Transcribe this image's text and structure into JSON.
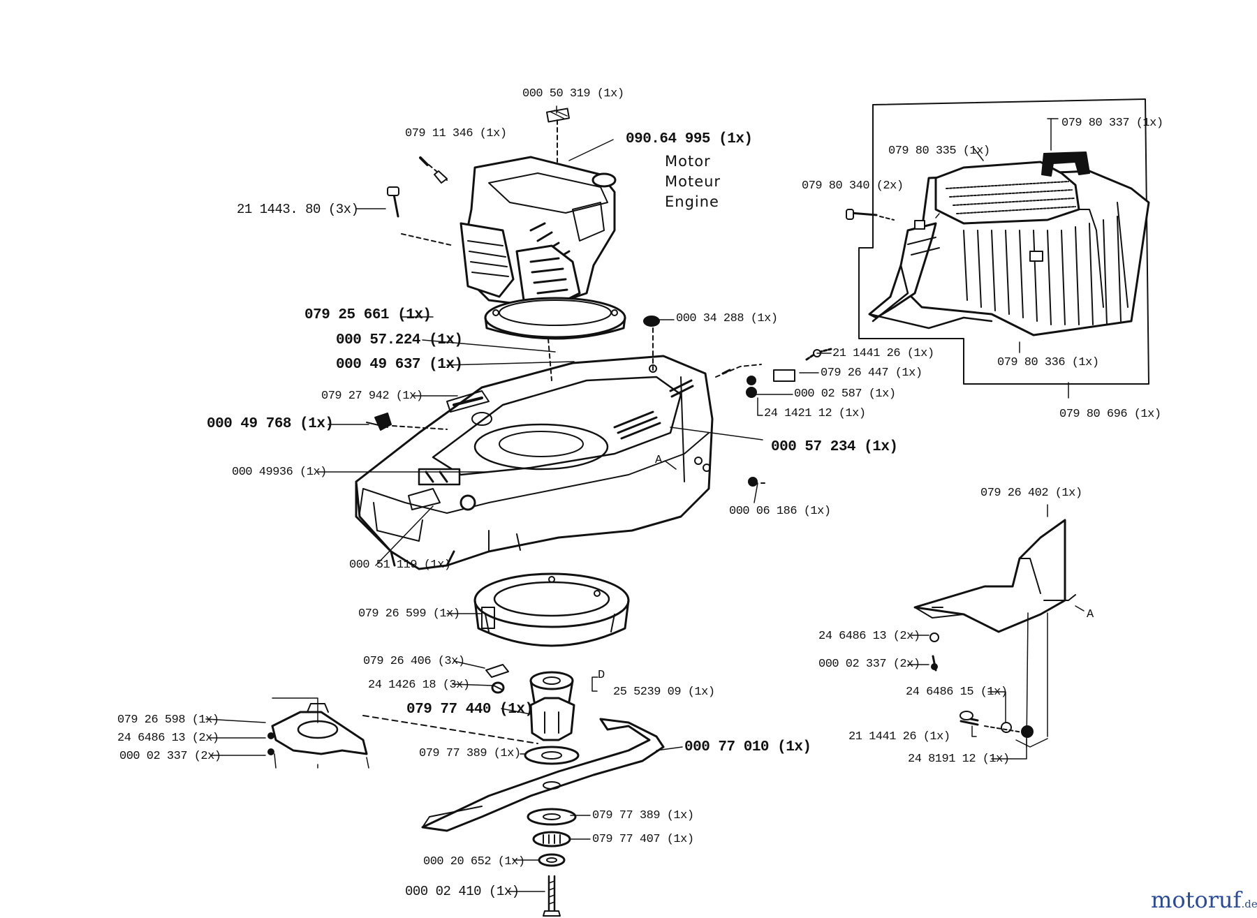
{
  "labels": [
    {
      "text": "000 50 319 (1x)"
    },
    {
      "text": "079 11 346 (1x)"
    },
    {
      "text": "090.64 995 (1x)"
    },
    {
      "text": "Motor"
    },
    {
      "text": "Moteur"
    },
    {
      "text": "Engine"
    },
    {
      "text": "21 1443. 80 (3x)"
    },
    {
      "text": "079 25 661 (1x)"
    },
    {
      "text": "000 34 288 (1x)"
    },
    {
      "text": "000 57.224 (1x)"
    },
    {
      "text": "000 49 637 (1x)"
    },
    {
      "text": "079 27 942 (1x)"
    },
    {
      "text": "000 49 768 (1x)"
    },
    {
      "text": "000 57 234 (1x)"
    },
    {
      "text": "000 49936 (1x)"
    },
    {
      "text": "000 06 186 (1x)"
    },
    {
      "text": "000 51 119 (1x)"
    },
    {
      "text": "079 26 599 (1x)"
    },
    {
      "text": "079 26 406 (3x)"
    },
    {
      "text": "24 1426 18 (3x)"
    },
    {
      "text": "25 5239 09 (1x)"
    },
    {
      "text": "079 77 440 (1x)"
    },
    {
      "text": "079 26 598 (1x)"
    },
    {
      "text": "24 6486 13 (2x)"
    },
    {
      "text": "000 02 337 (2x)"
    },
    {
      "text": "079 77 389 (1x)"
    },
    {
      "text": "000 77 010 (1x)"
    },
    {
      "text": "079 77 389 (1x)"
    },
    {
      "text": "079 77 407 (1x)"
    },
    {
      "text": "000 20 652 (1x)"
    },
    {
      "text": "000 02 410 (1x)"
    },
    {
      "text": "079 80 337 (1x)"
    },
    {
      "text": "079 80 335 (1x)"
    },
    {
      "text": "079 80 340 (2x)"
    },
    {
      "text": "21 1441 26 (1x)"
    },
    {
      "text": "079 26 447 (1x)"
    },
    {
      "text": "000 02 587 (1x)"
    },
    {
      "text": "24 1421 12 (1x)"
    },
    {
      "text": "079 80 336 (1x)"
    },
    {
      "text": "079 80 696 (1x)"
    },
    {
      "text": "079 26 402 (1x)"
    },
    {
      "text": "24 6486 13 (2x)"
    },
    {
      "text": "000 02 337 (2x)"
    },
    {
      "text": "24 6486 15 (1x)"
    },
    {
      "text": "21 1441 26 (1x)"
    },
    {
      "text": "24 8191 12 (1x)"
    },
    {
      "text": "A"
    },
    {
      "text": "A"
    },
    {
      "text": "D"
    }
  ],
  "logo": {
    "main": "motoruf",
    "domain": ".de"
  }
}
